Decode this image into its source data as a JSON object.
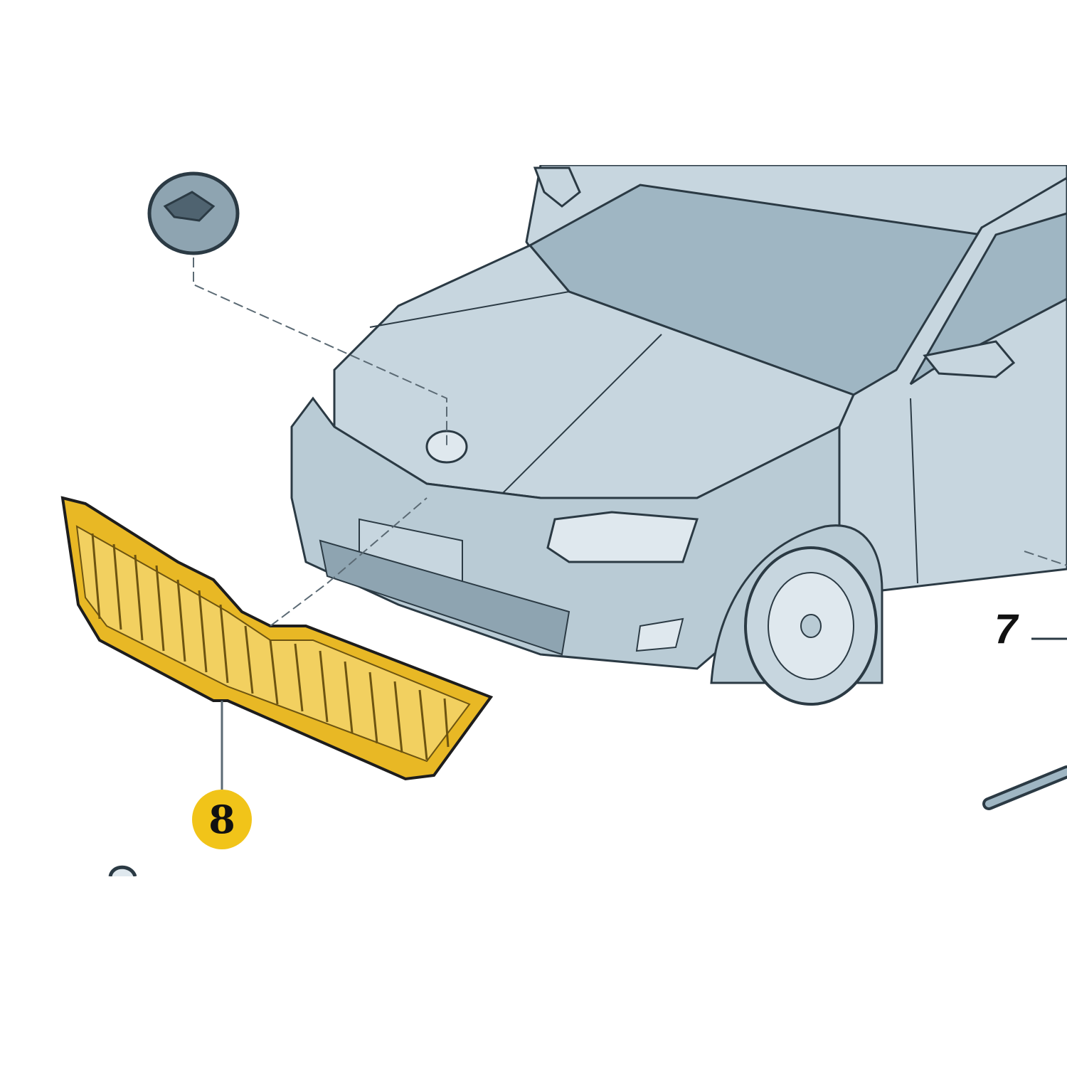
{
  "diagram": {
    "type": "exploded-parts-view",
    "subject": "Vehicle front end with radiator grille",
    "colors": {
      "background": "#ffffff",
      "car_body": "#c7d6df",
      "car_body_shade": "#a9bfcb",
      "glass": "#9fb6c3",
      "outline": "#2b3a44",
      "highlight_part": "#e8b825",
      "callout_fill": "#f1c419",
      "leader_line": "#5b6a74"
    },
    "parts": [
      {
        "id": "emblem",
        "label": "",
        "description": "Round badge / emblem (exploded from bonnet)"
      },
      {
        "id": "grille",
        "label": "8",
        "description": "Radiator grille (highlighted)"
      },
      {
        "id": "trim-strip",
        "label": "7",
        "description": "Side trim strip"
      }
    ],
    "callouts": {
      "grille_number": "8",
      "trim_number": "7"
    }
  }
}
